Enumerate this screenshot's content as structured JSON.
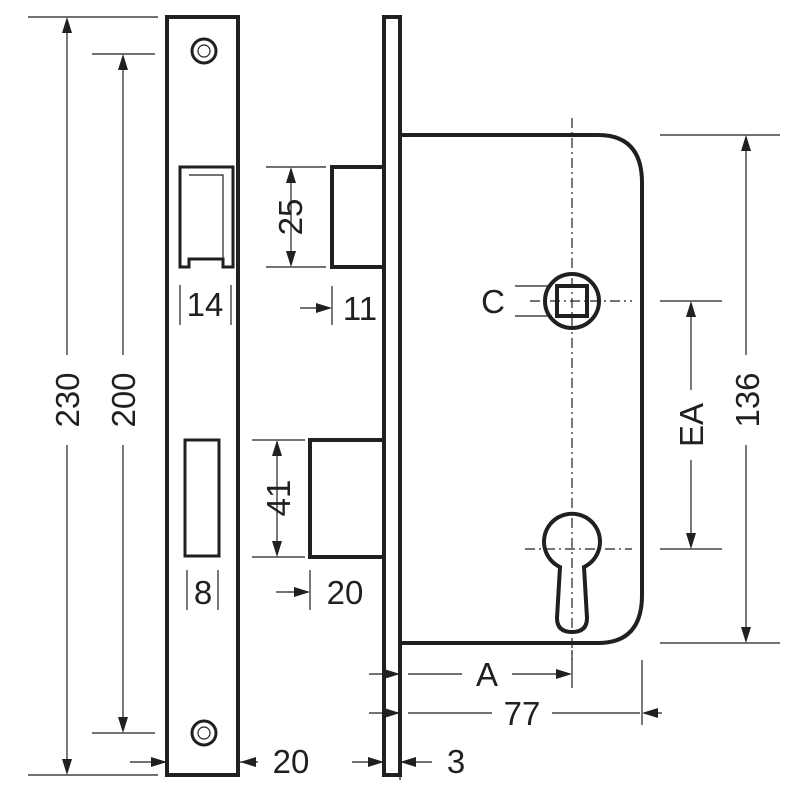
{
  "drawing": {
    "colors": {
      "line": "#231f20",
      "background": "#ffffff"
    },
    "labels": {
      "faceplate_length": "230",
      "screw_spacing": "200",
      "latch_height": "25",
      "latch_width": "14",
      "latch_projection": "11",
      "bolt_height": "41",
      "bolt_width": "8",
      "bolt_projection": "20",
      "faceplate_width": "20",
      "faceplate_thickness": "3",
      "case_height": "136",
      "center_distance": "EA",
      "follower_square": "C",
      "backset": "A",
      "case_depth": "77"
    }
  }
}
